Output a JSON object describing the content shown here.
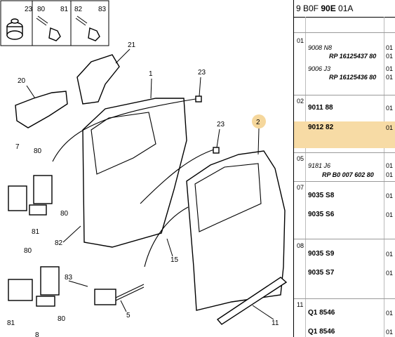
{
  "diagram": {
    "callouts": [
      "23",
      "80",
      "81",
      "82",
      "83",
      "21",
      "20",
      "1",
      "23",
      "23",
      "2",
      "7",
      "80",
      "80",
      "81",
      "82",
      "15",
      "80",
      "83",
      "5",
      "81",
      "80",
      "8",
      "11"
    ],
    "highlight_color": "#f5d79c"
  },
  "panel": {
    "header_prefix": "9 B0F ",
    "header_bold": "90E",
    "header_suffix": " 01A",
    "highlight_color": "#f7dba5",
    "rows": [
      {
        "num": "01",
        "ref1": "9008 N8",
        "ref2": "RP 16125437 80",
        "q1": "01",
        "q2": "01"
      },
      {
        "num": "",
        "ref1": "9006 J3",
        "ref2": "RP 16125436 80",
        "q1": "01",
        "q2": "01"
      },
      {
        "num": "02",
        "ref1": "9011 88",
        "q1": "01"
      },
      {
        "num": "",
        "ref1": "9012 82",
        "q1": "01"
      },
      {
        "num": "05",
        "ref1": "9181 J6",
        "ref2": "RP B0 007 602 80",
        "q1": "01",
        "q2": "01"
      },
      {
        "num": "07",
        "ref1": "9035 S8",
        "q1": "01"
      },
      {
        "num": "",
        "ref1": "9035 S6",
        "q1": "01"
      },
      {
        "num": "08",
        "ref1": "9035 S9",
        "q1": "01"
      },
      {
        "num": "",
        "ref1": "9035 S7",
        "q1": "01"
      },
      {
        "num": "11",
        "ref1": "Q1 8546",
        "q1": "01"
      },
      {
        "num": "",
        "ref1": "Q1 8546",
        "q1": "01"
      }
    ]
  }
}
